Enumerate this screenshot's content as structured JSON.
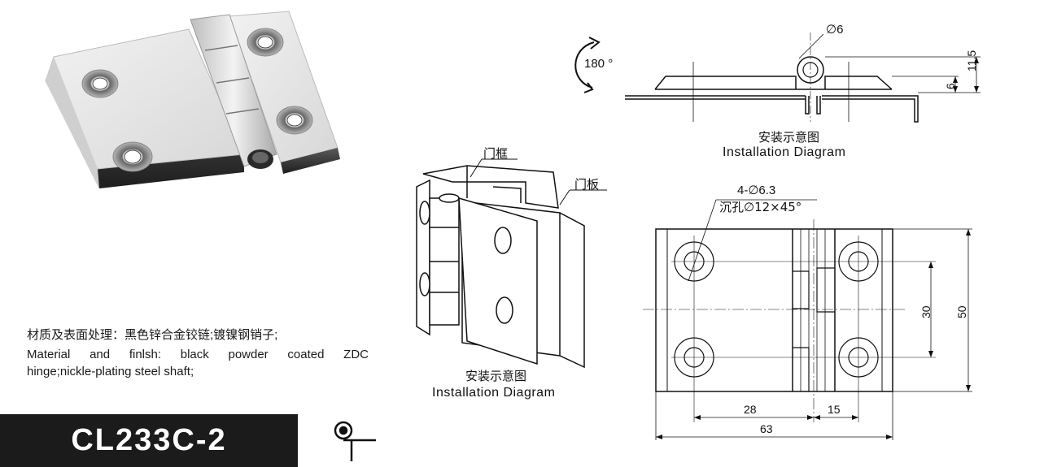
{
  "model": "CL233C-2",
  "material": {
    "cn": "材质及表面处理：黑色锌合金铰链;镀镍钢销子;",
    "en_line1": "Material and finlsh: black powder coated ZDC",
    "en_line2": "hinge;nickle-plating steel shaft;"
  },
  "installation_diagram_1": {
    "cn": "安装示意图",
    "en": "Installation Diagram",
    "rotation_label": "180 °",
    "pin_diameter": "∅6",
    "dim_total_height": "11.5",
    "dim_leaf_height": "6"
  },
  "installation_diagram_2": {
    "cn": "安装示意图",
    "en": "Installation Diagram",
    "label_frame": "门框",
    "label_door": "门板"
  },
  "drawing": {
    "holes_label": "4-∅6.3",
    "countersink_label": "沉孔∅12×45°",
    "dim_28": "28",
    "dim_15": "15",
    "dim_63": "63",
    "dim_30": "30",
    "dim_50": "50"
  }
}
